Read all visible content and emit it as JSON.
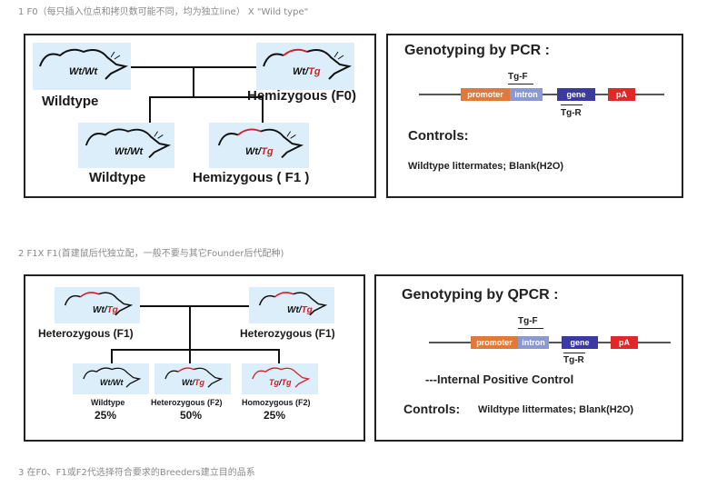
{
  "headings": {
    "h1": "1  F0（每只插入位点和拷贝数可能不同，均为独立line） X  \"Wild type\"",
    "h2": "2  F1X F1(首建鼠后代独立配，一般不要与其它Founder后代配种)",
    "h3": "3  在F0、F1或F2代选择符合要求的Breeders建立目的品系"
  },
  "genotype": {
    "wt": "Wt",
    "tg": "Tg",
    "slash": "/"
  },
  "panel1": {
    "wildtype": "Wildtype",
    "hemizygous_f0": "Hemizygous (F0)",
    "wildtype_child": "Wildtype",
    "hemizygous_f1": "Hemizygous ( F1 )"
  },
  "pcr": {
    "title": "Genotyping by PCR :",
    "primer_f": "Tg-F",
    "primer_r": "Tg-R",
    "seg_promoter": "promoter",
    "seg_intron": "intron",
    "seg_gene": "gene",
    "seg_pa": "pA",
    "controls_title": "Controls:",
    "controls_text": "Wildtype littermates;  Blank(H2O)"
  },
  "panel2": {
    "parent_left": "Heterozygous (F1)",
    "parent_right": "Heterozygous (F1)",
    "child1": "Wildtype",
    "child1_pct": "25%",
    "child2": "Heterozygous (F2)",
    "child2_pct": "50%",
    "child3": "Homozygous (F2)",
    "child3_pct": "25%"
  },
  "qpcr": {
    "title": "Genotyping by QPCR :",
    "primer_f": "Tg-F",
    "primer_r": "Tg-R",
    "seg_promoter": "promoter",
    "seg_intron": "intron",
    "seg_gene": "gene",
    "seg_pa": "pA",
    "ipc": "---Internal Positive Control",
    "controls_label": "Controls:",
    "controls_text": "Wildtype littermates;  Blank(H2O)"
  },
  "colors": {
    "tg_red": "#d0202a",
    "promoter": "#e07a3a",
    "intron": "#8a9ad0",
    "gene": "#3a3aa0",
    "pA": "#e02828",
    "mouse_bg": "#dceefa"
  }
}
